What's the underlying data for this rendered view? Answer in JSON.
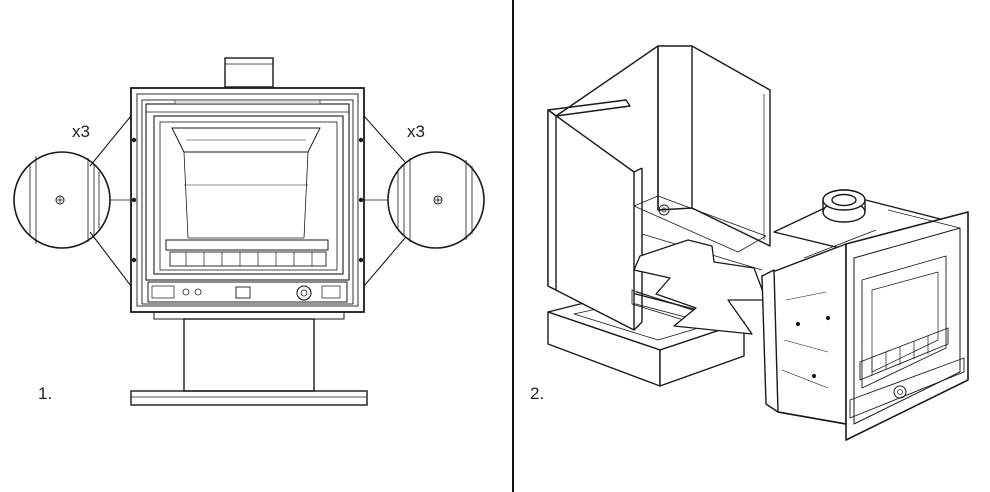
{
  "step1": {
    "number": "1.",
    "multiplier_left": "x3",
    "multiplier_right": "x3"
  },
  "step2": {
    "number": "2."
  },
  "colors": {
    "line": "#1a1a1a",
    "shade": "#dcdcdc",
    "background": "#ffffff"
  }
}
